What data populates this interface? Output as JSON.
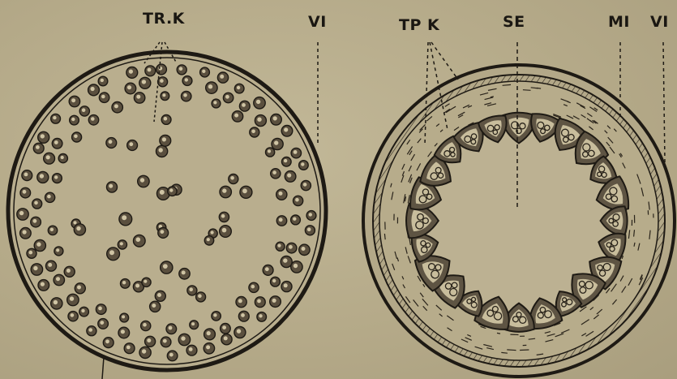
{
  "figure": {
    "left": {
      "labels": {
        "vascular_bundles": "TR.K",
        "outer_layer": "VI"
      }
    },
    "right": {
      "labels": {
        "vascular_bundles": "TP K",
        "center": "SE",
        "middle_layer": "MI",
        "outer_layer": "VI"
      }
    }
  }
}
